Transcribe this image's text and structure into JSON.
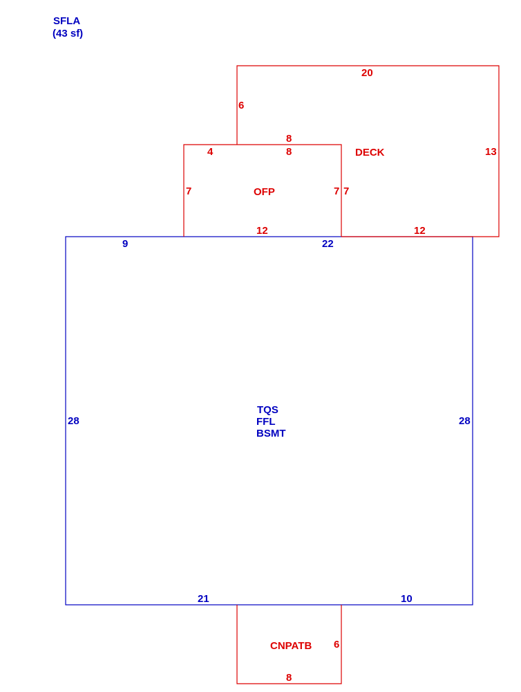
{
  "colors": {
    "living": "#0000c0",
    "other": "#dd0000",
    "background": "#ffffff"
  },
  "summary": {
    "line1": "SFLA",
    "line2": "(43 sf)"
  },
  "areas": {
    "main": {
      "labels": [
        "TQS",
        "FFL",
        "BSMT"
      ],
      "dims": {
        "top_left": "9",
        "top_right": "22",
        "left": "28",
        "right": "28",
        "bottom_left": "21",
        "bottom_right": "10"
      }
    },
    "ofp": {
      "label": "OFP",
      "dims": {
        "top_a": "4",
        "top_b": "8",
        "left": "7",
        "right": "7",
        "bottom": "12"
      }
    },
    "deck": {
      "label": "DECK",
      "dims": {
        "top": "20",
        "left": "6",
        "inner_top": "8",
        "right": "13",
        "inner_left": "7",
        "bottom": "12"
      }
    },
    "cnpatb": {
      "label": "CNPATB",
      "dims": {
        "right": "6",
        "bottom": "8"
      }
    }
  }
}
